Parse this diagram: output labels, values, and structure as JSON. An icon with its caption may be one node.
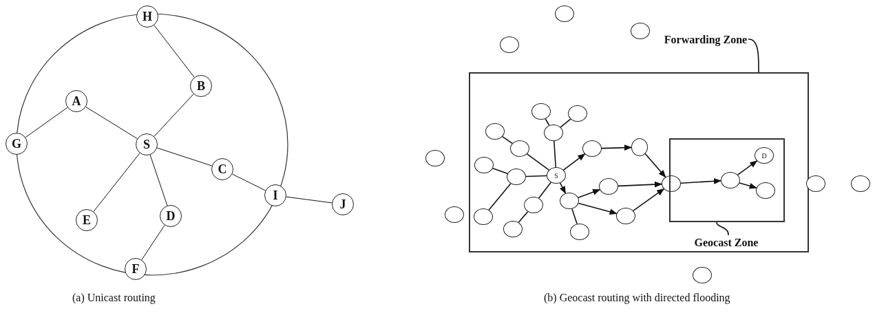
{
  "diagram": {
    "nodes": [
      {
        "text": [
          "H"
        ]
      },
      {
        "text": [
          "B"
        ]
      },
      {
        "text": [
          "A"
        ]
      },
      {
        "text": [
          "G"
        ]
      },
      {
        "text": [
          "S"
        ]
      },
      {
        "text": [
          "C"
        ]
      },
      {
        "text": [
          "I"
        ]
      },
      {
        "text": [
          "J"
        ]
      },
      {
        "text": [
          "E"
        ]
      },
      {
        "text": [
          "D"
        ]
      },
      {
        "text": [
          "F"
        ]
      },
      {
        "text": [],
        "shape": "circle"
      },
      {
        "text": [],
        "shape": "circle"
      },
      {
        "text": [],
        "shape": "circle"
      },
      {
        "text": [
          "Forwarding Zone"
        ]
      },
      {
        "text": [],
        "shape": "box"
      },
      {
        "text": [],
        "shape": "circle",
        "in": 15
      },
      {
        "text": [],
        "shape": "circle",
        "in": 15
      },
      {
        "text": [],
        "shape": "circle",
        "in": 15
      },
      {
        "text": [],
        "shape": "circle",
        "in": 15
      },
      {
        "text": [],
        "shape": "circle",
        "in": 15
      },
      {
        "text": [],
        "shape": "circle",
        "in": 15
      },
      {
        "text": [],
        "shape": "circle",
        "in": 15
      },
      {
        "text": [],
        "shape": "circle",
        "in": 15
      },
      {
        "text": [
          "S"
        ],
        "in": 15
      },
      {
        "text": [],
        "shape": "circle",
        "in": 15
      },
      {
        "text": [],
        "shape": "circle",
        "in": 15
      },
      {
        "text": [],
        "shape": "circle",
        "in": 15
      },
      {
        "text": [],
        "shape": "circle",
        "in": 15
      },
      {
        "text": [],
        "shape": "circle",
        "in": 15
      },
      {
        "text": [],
        "shape": "circle",
        "in": 15
      },
      {
        "text": [],
        "shape": "circle",
        "in": 15
      },
      {
        "text": [],
        "shape": "circle",
        "in": 15
      },
      {
        "text": [],
        "shape": "circle",
        "in": 15
      },
      {
        "text": [],
        "shape": "box",
        "in": 15
      },
      {
        "text": [],
        "shape": "circle",
        "in": 34
      },
      {
        "text": [
          "D"
        ],
        "in": 34
      },
      {
        "text": [],
        "shape": "circle",
        "in": 34
      },
      {
        "text": [],
        "shape": "circle"
      },
      {
        "text": [],
        "shape": "circle"
      },
      {
        "text": [],
        "shape": "circle"
      },
      {
        "text": [],
        "shape": "circle"
      },
      {
        "text": [],
        "shape": "circle"
      },
      {
        "text": [
          "Geocast Zone"
        ],
        "in": 15
      }
    ],
    "edges": [
      {
        "from": 0,
        "to": 1,
        "arrow": "none"
      },
      {
        "from": 1,
        "to": 4,
        "arrow": "none"
      },
      {
        "from": 2,
        "to": 3,
        "arrow": "none"
      },
      {
        "from": 2,
        "to": 4,
        "arrow": "none"
      },
      {
        "from": 4,
        "to": 5,
        "arrow": "none"
      },
      {
        "from": 4,
        "to": 8,
        "arrow": "none"
      },
      {
        "from": 4,
        "to": 9,
        "arrow": "none"
      },
      {
        "from": 5,
        "to": 6,
        "arrow": "none"
      },
      {
        "from": 6,
        "to": 7,
        "arrow": "none"
      },
      {
        "from": 9,
        "to": 10,
        "arrow": "none"
      },
      {
        "from": 14,
        "to": 15,
        "arrow": "none"
      },
      {
        "from": 16,
        "to": 17,
        "arrow": "none"
      },
      {
        "from": 17,
        "to": 24,
        "arrow": "none"
      },
      {
        "from": 18,
        "to": 19,
        "arrow": "none"
      },
      {
        "from": 19,
        "to": 24,
        "arrow": "none"
      },
      {
        "from": 19,
        "to": 20,
        "arrow": "none"
      },
      {
        "from": 21,
        "to": 23,
        "arrow": "none"
      },
      {
        "from": 22,
        "to": 23,
        "arrow": "none"
      },
      {
        "from": 23,
        "to": 24,
        "arrow": "none"
      },
      {
        "from": 24,
        "to": 25,
        "arrow": "to"
      },
      {
        "from": 25,
        "to": 26,
        "arrow": "to"
      },
      {
        "from": 26,
        "to": 33,
        "arrow": "to"
      },
      {
        "from": 24,
        "to": 28,
        "arrow": "to"
      },
      {
        "from": 28,
        "to": 27,
        "arrow": "to"
      },
      {
        "from": 27,
        "to": 33,
        "arrow": "to"
      },
      {
        "from": 28,
        "to": 32,
        "arrow": "to"
      },
      {
        "from": 32,
        "to": 33,
        "arrow": "to"
      },
      {
        "from": 28,
        "to": 31,
        "arrow": "none"
      },
      {
        "from": 24,
        "to": 29,
        "arrow": "none"
      },
      {
        "from": 29,
        "to": 30,
        "arrow": "none"
      },
      {
        "from": 33,
        "to": 35,
        "arrow": "to"
      },
      {
        "from": 35,
        "to": 36,
        "arrow": "to"
      },
      {
        "from": 35,
        "to": 37,
        "arrow": "to"
      },
      {
        "from": 43,
        "to": 34,
        "arrow": "none"
      }
    ],
    "labels": [
      "(a) Unicast routing",
      "(b) Geocast routing with directed flooding"
    ]
  }
}
